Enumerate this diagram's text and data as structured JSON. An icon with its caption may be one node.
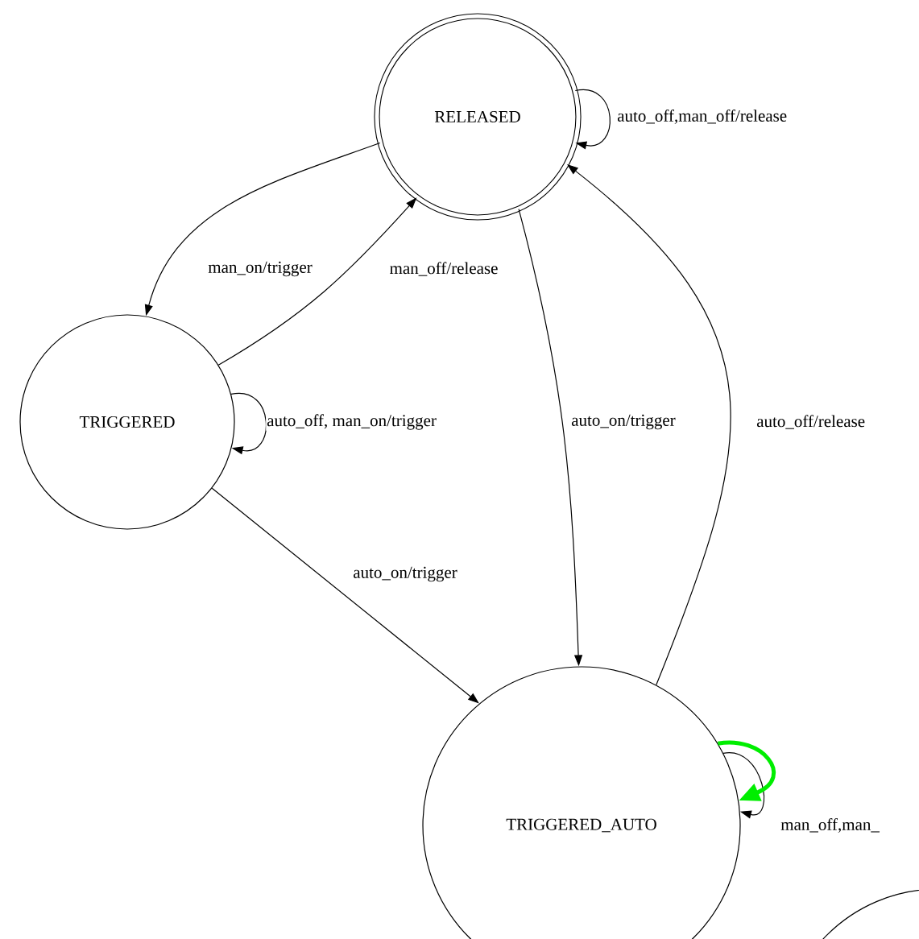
{
  "diagram": {
    "nodes": [
      {
        "text": [
          "RELEASED"
        ]
      },
      {
        "text": [
          "TRIGGERED"
        ]
      },
      {
        "text": [
          "TRIGGERED_AUTO"
        ]
      },
      {
        "text": [],
        "shape": "circle"
      }
    ],
    "edges": [
      {
        "from": 0,
        "to": 0,
        "arrow": "to",
        "label": "auto_off,man_off/release"
      },
      {
        "from": 0,
        "to": 1,
        "arrow": "to",
        "label": "man_on/trigger"
      },
      {
        "from": 1,
        "to": 0,
        "arrow": "to",
        "label": "man_off/release"
      },
      {
        "from": 1,
        "to": 1,
        "arrow": "to",
        "label": "auto_off, man_on/trigger"
      },
      {
        "from": 0,
        "to": 2,
        "arrow": "to",
        "label": "auto_on/trigger"
      },
      {
        "from": 1,
        "to": 2,
        "arrow": "to",
        "label": "auto_on/trigger"
      },
      {
        "from": 2,
        "to": 0,
        "arrow": "to",
        "label": "auto_off/release"
      },
      {
        "from": 2,
        "to": 2,
        "arrow": "to",
        "label": "man_off,man_"
      },
      {
        "from": 2,
        "to": 2,
        "arrow": "to",
        "style": "thick",
        "color": "#00ee00"
      }
    ]
  }
}
